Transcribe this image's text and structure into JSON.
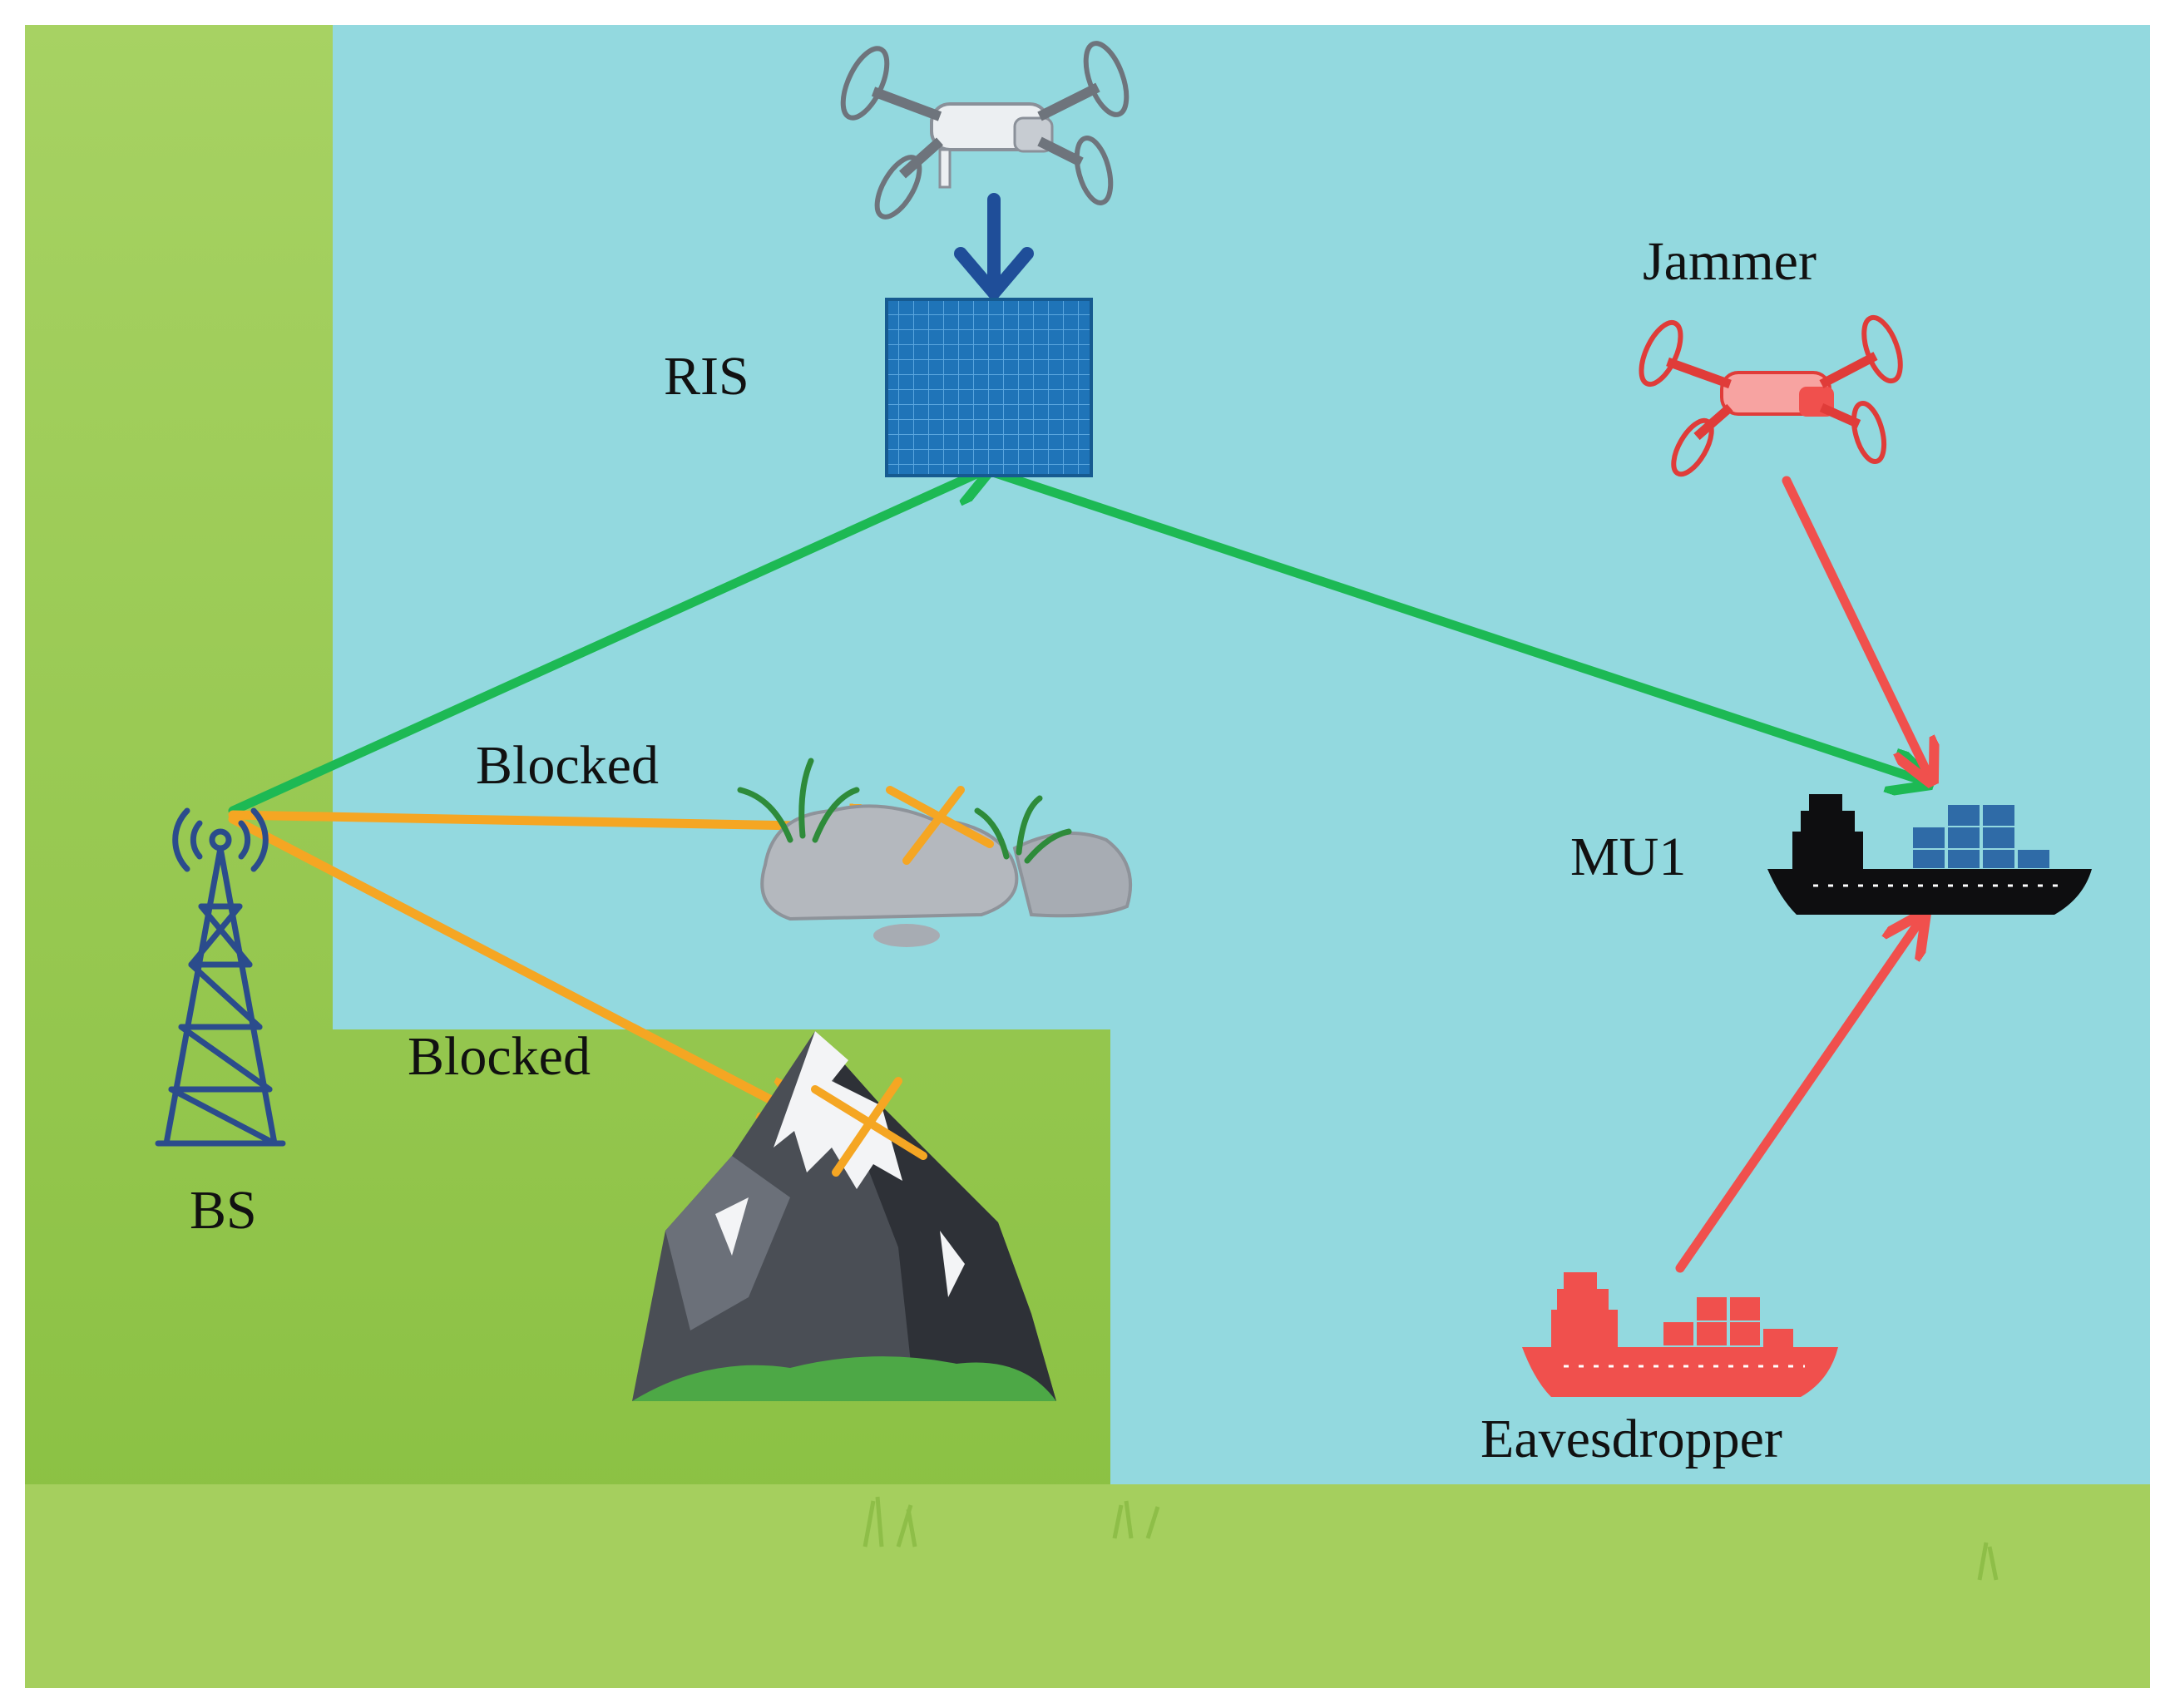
{
  "labels": {
    "ris": "RIS",
    "jammer": "Jammer",
    "blocked_rock": "Blocked",
    "blocked_mountain": "Blocked",
    "mu1": "MU1",
    "bs": "BS",
    "eavesdropper": "Eavesdropper"
  },
  "colors": {
    "sea": "#93D9DF",
    "grass": "#9BCB4F",
    "legit_link": "#1DB954",
    "blocked_link": "#F5A623",
    "malicious": "#F0504D",
    "drone_feed": "#1F4E99",
    "ris_panel": "#1F74B8",
    "bs_tower": "#2B4C8C"
  },
  "icons": [
    "drone-icon",
    "ris-panel-icon",
    "jammer-drone-icon",
    "tower-icon",
    "rock-icon",
    "mountain-icon",
    "ship-icon",
    "eavesdropper-ship-icon"
  ]
}
